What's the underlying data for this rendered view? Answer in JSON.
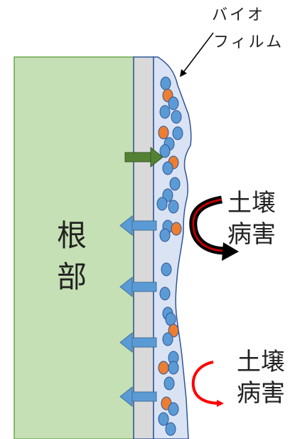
{
  "labels": {
    "biofilm_line1": "バイオ",
    "biofilm_line2": "フィルム",
    "root_char1": "根",
    "root_char2": "部",
    "disease_upper_line1": "土壌",
    "disease_upper_line2": "病害",
    "disease_lower_line1": "土壌",
    "disease_lower_line2": "病害"
  },
  "colors": {
    "root_fill": "#c5e0b4",
    "root_stroke": "#6aa84f",
    "root_surface": "#d9d9d9",
    "biofilm_fill": "#dae3f3",
    "biofilm_stroke": "#2f5597",
    "microbe_blue": "#5b9bd5",
    "microbe_orange": "#ed7d31",
    "arrow_blue": "#5b9bd5",
    "arrow_green": "#548235",
    "disease_upper_arrow": "#c00000",
    "disease_lower_arrow": "#ff0000"
  },
  "icons": {
    "outward_arrows": "left-arrow",
    "inward_arrow": "right-arrow",
    "disease_arrows": "curved-deflect-arrow"
  }
}
